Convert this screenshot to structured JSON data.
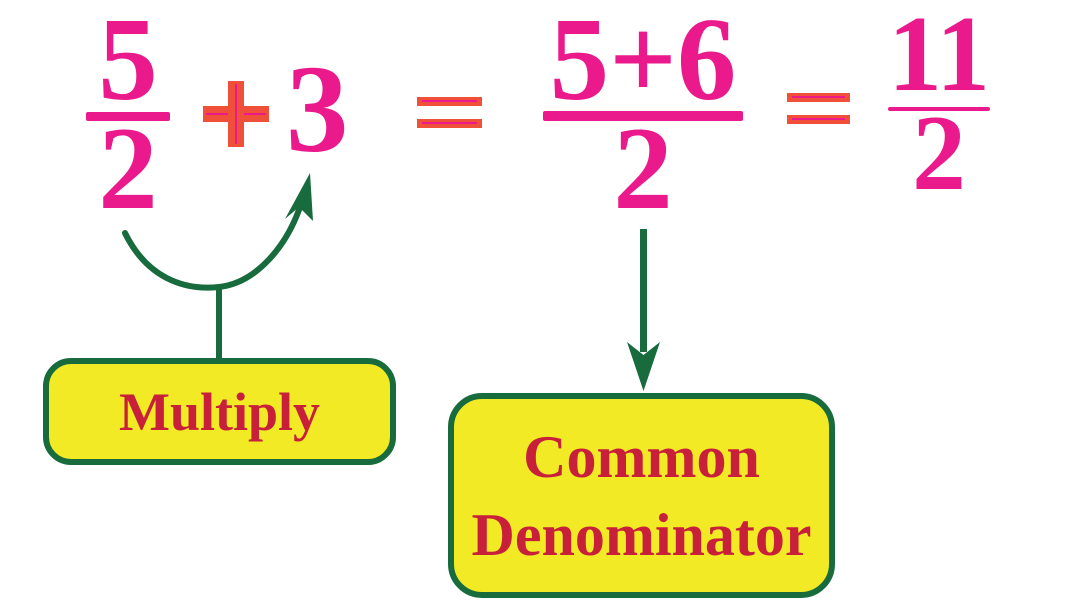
{
  "colors": {
    "pink": "#EB1A8C",
    "orange": "#F0503A",
    "green": "#176B3C",
    "yellow": "#F1EA25",
    "label_red": "#C8203A"
  },
  "equation": {
    "fraction1": {
      "numerator": "5",
      "denominator": "2"
    },
    "plus_sign": "+",
    "addend": "3",
    "equals_sign": "=",
    "fraction2": {
      "numerator": "5+6",
      "denominator": "2"
    },
    "fraction3": {
      "numerator": "11",
      "denominator": "2"
    }
  },
  "labels": {
    "multiply": "Multiply",
    "common_denominator": {
      "line1": "Common",
      "line2": "Denominator"
    }
  }
}
